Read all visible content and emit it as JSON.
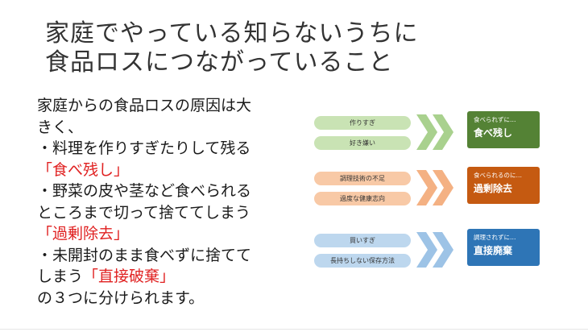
{
  "title": {
    "line1": "家庭でやっている知らないうちに",
    "line2": "食品ロスにつながっていること"
  },
  "body": {
    "l1": "家庭からの食品ロスの原因は大",
    "l2": "きく、",
    "l3": "・料理を作りすぎたりして残る",
    "l4": "「食べ残し」",
    "l5": "・野菜の皮や茎など食べられる",
    "l6": "ところまで切って捨ててしまう",
    "l7": "「過剰除去」",
    "l8": "・未開封のまま食べずに捨てて",
    "l9a": "しまう",
    "l9b": "「直接破棄」",
    "l10": "の３つに分けられます。"
  },
  "diagram": {
    "rows": [
      {
        "causes": [
          "作りすぎ",
          "好き嫌い"
        ],
        "result_sub": "食べられずに…",
        "result_main": "食べ残し",
        "pill_color": "#c9e3b4",
        "arrow_color": "#a9d18e",
        "box_color": "#548235"
      },
      {
        "causes": [
          "調理技術の不足",
          "過度な健康志向"
        ],
        "result_sub": "食べられるのに…",
        "result_main": "過剰除去",
        "pill_color": "#f8c9a6",
        "arrow_color": "#f4b183",
        "box_color": "#c55a11"
      },
      {
        "causes": [
          "買いすぎ",
          "長持ちしない保存方法"
        ],
        "result_sub": "調理されずに…",
        "result_main": "直接廃棄",
        "pill_color": "#bdd7ee",
        "arrow_color": "#9dc3e6",
        "box_color": "#2e75b6"
      }
    ]
  }
}
